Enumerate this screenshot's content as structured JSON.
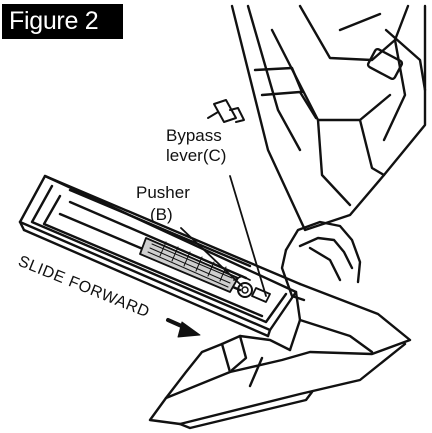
{
  "figure": {
    "label": "Figure 2"
  },
  "callouts": {
    "bypass_line1": "Bypass",
    "bypass_line2": "lever(C)",
    "pusher_line1": "Pusher",
    "pusher_line2": "(B)"
  },
  "direction_text": "SLIDE FORWARD",
  "icons": {
    "direction_arrow": "arrow-right-icon"
  },
  "colors": {
    "ink": "#111111",
    "badge": "#000000",
    "badge_text": "#ffffff",
    "shade": "#cfcfcf"
  }
}
